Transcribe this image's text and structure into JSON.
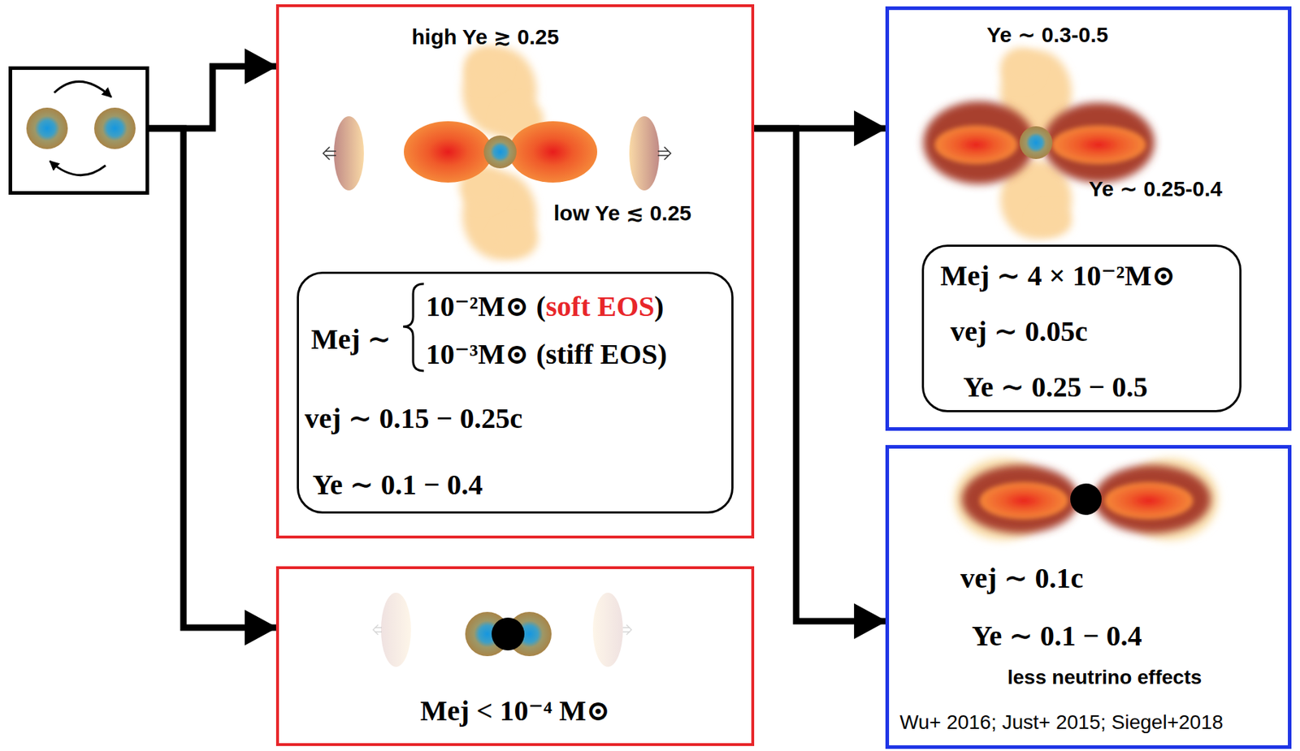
{
  "diagram": {
    "nodes": [
      {
        "text": []
      },
      {
        "text": [
          "high Ye ≳ 0.25",
          "low Ye ≲ 0.25"
        ]
      },
      {
        "text": [
          "Mej ∼",
          "10⁻²M⊙ (",
          "soft EOS",
          ")",
          "10⁻³M⊙ (stiff EOS)",
          "vej ∼ 0.15 − 0.25c",
          "Ye ∼ 0.1 − 0.4"
        ],
        "in": 1
      },
      {
        "text": [
          "Ye ∼ 0.3-0.5",
          "Ye ∼ 0.25-0.4"
        ]
      },
      {
        "text": [
          "Mej ∼ 4 × 10⁻²M⊙",
          "vej ∼ 0.05c",
          "Ye ∼ 0.25 − 0.5"
        ],
        "in": 3
      },
      {
        "text": [
          "Mej < 10⁻⁴ M⊙"
        ]
      },
      {
        "text": [
          "vej ∼ 0.1c",
          "Ye ∼ 0.1 − 0.4",
          "less neutrino effects",
          "Wu+ 2016; Just+ 2015; Siegel+2018"
        ]
      }
    ],
    "edges": [
      {
        "from": 0,
        "to": 1,
        "arrow": "to"
      },
      {
        "from": 0,
        "to": 5,
        "arrow": "to"
      },
      {
        "from": 1,
        "to": 3,
        "arrow": "to"
      },
      {
        "from": 1,
        "to": 6,
        "arrow": "to"
      }
    ]
  }
}
